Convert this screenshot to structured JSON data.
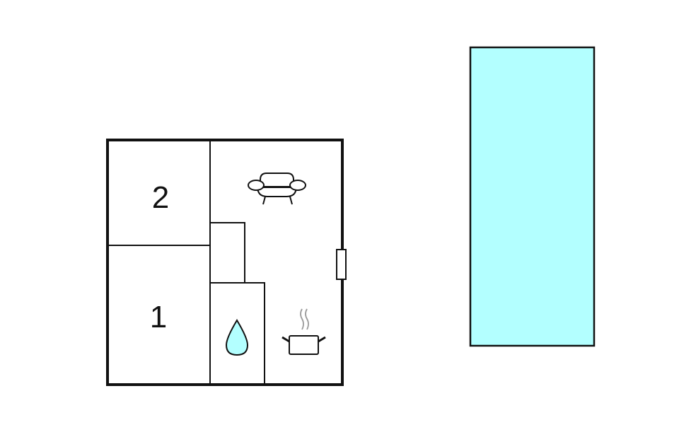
{
  "floorplan": {
    "rooms": [
      {
        "id": "bedroom-2",
        "label": "2"
      },
      {
        "id": "bedroom-1",
        "label": "1"
      },
      {
        "id": "living-kitchen",
        "label": ""
      },
      {
        "id": "bathroom",
        "label": ""
      },
      {
        "id": "closet",
        "label": ""
      }
    ],
    "icons": [
      "sofa-icon",
      "water-drop-icon",
      "cooking-pot-icon",
      "door-icon"
    ]
  },
  "pool": {
    "label": "",
    "fill": "#b3ffff"
  },
  "colors": {
    "wall": "#111111",
    "water": "#b3ffff",
    "steam": "#999999",
    "background": "#ffffff"
  }
}
